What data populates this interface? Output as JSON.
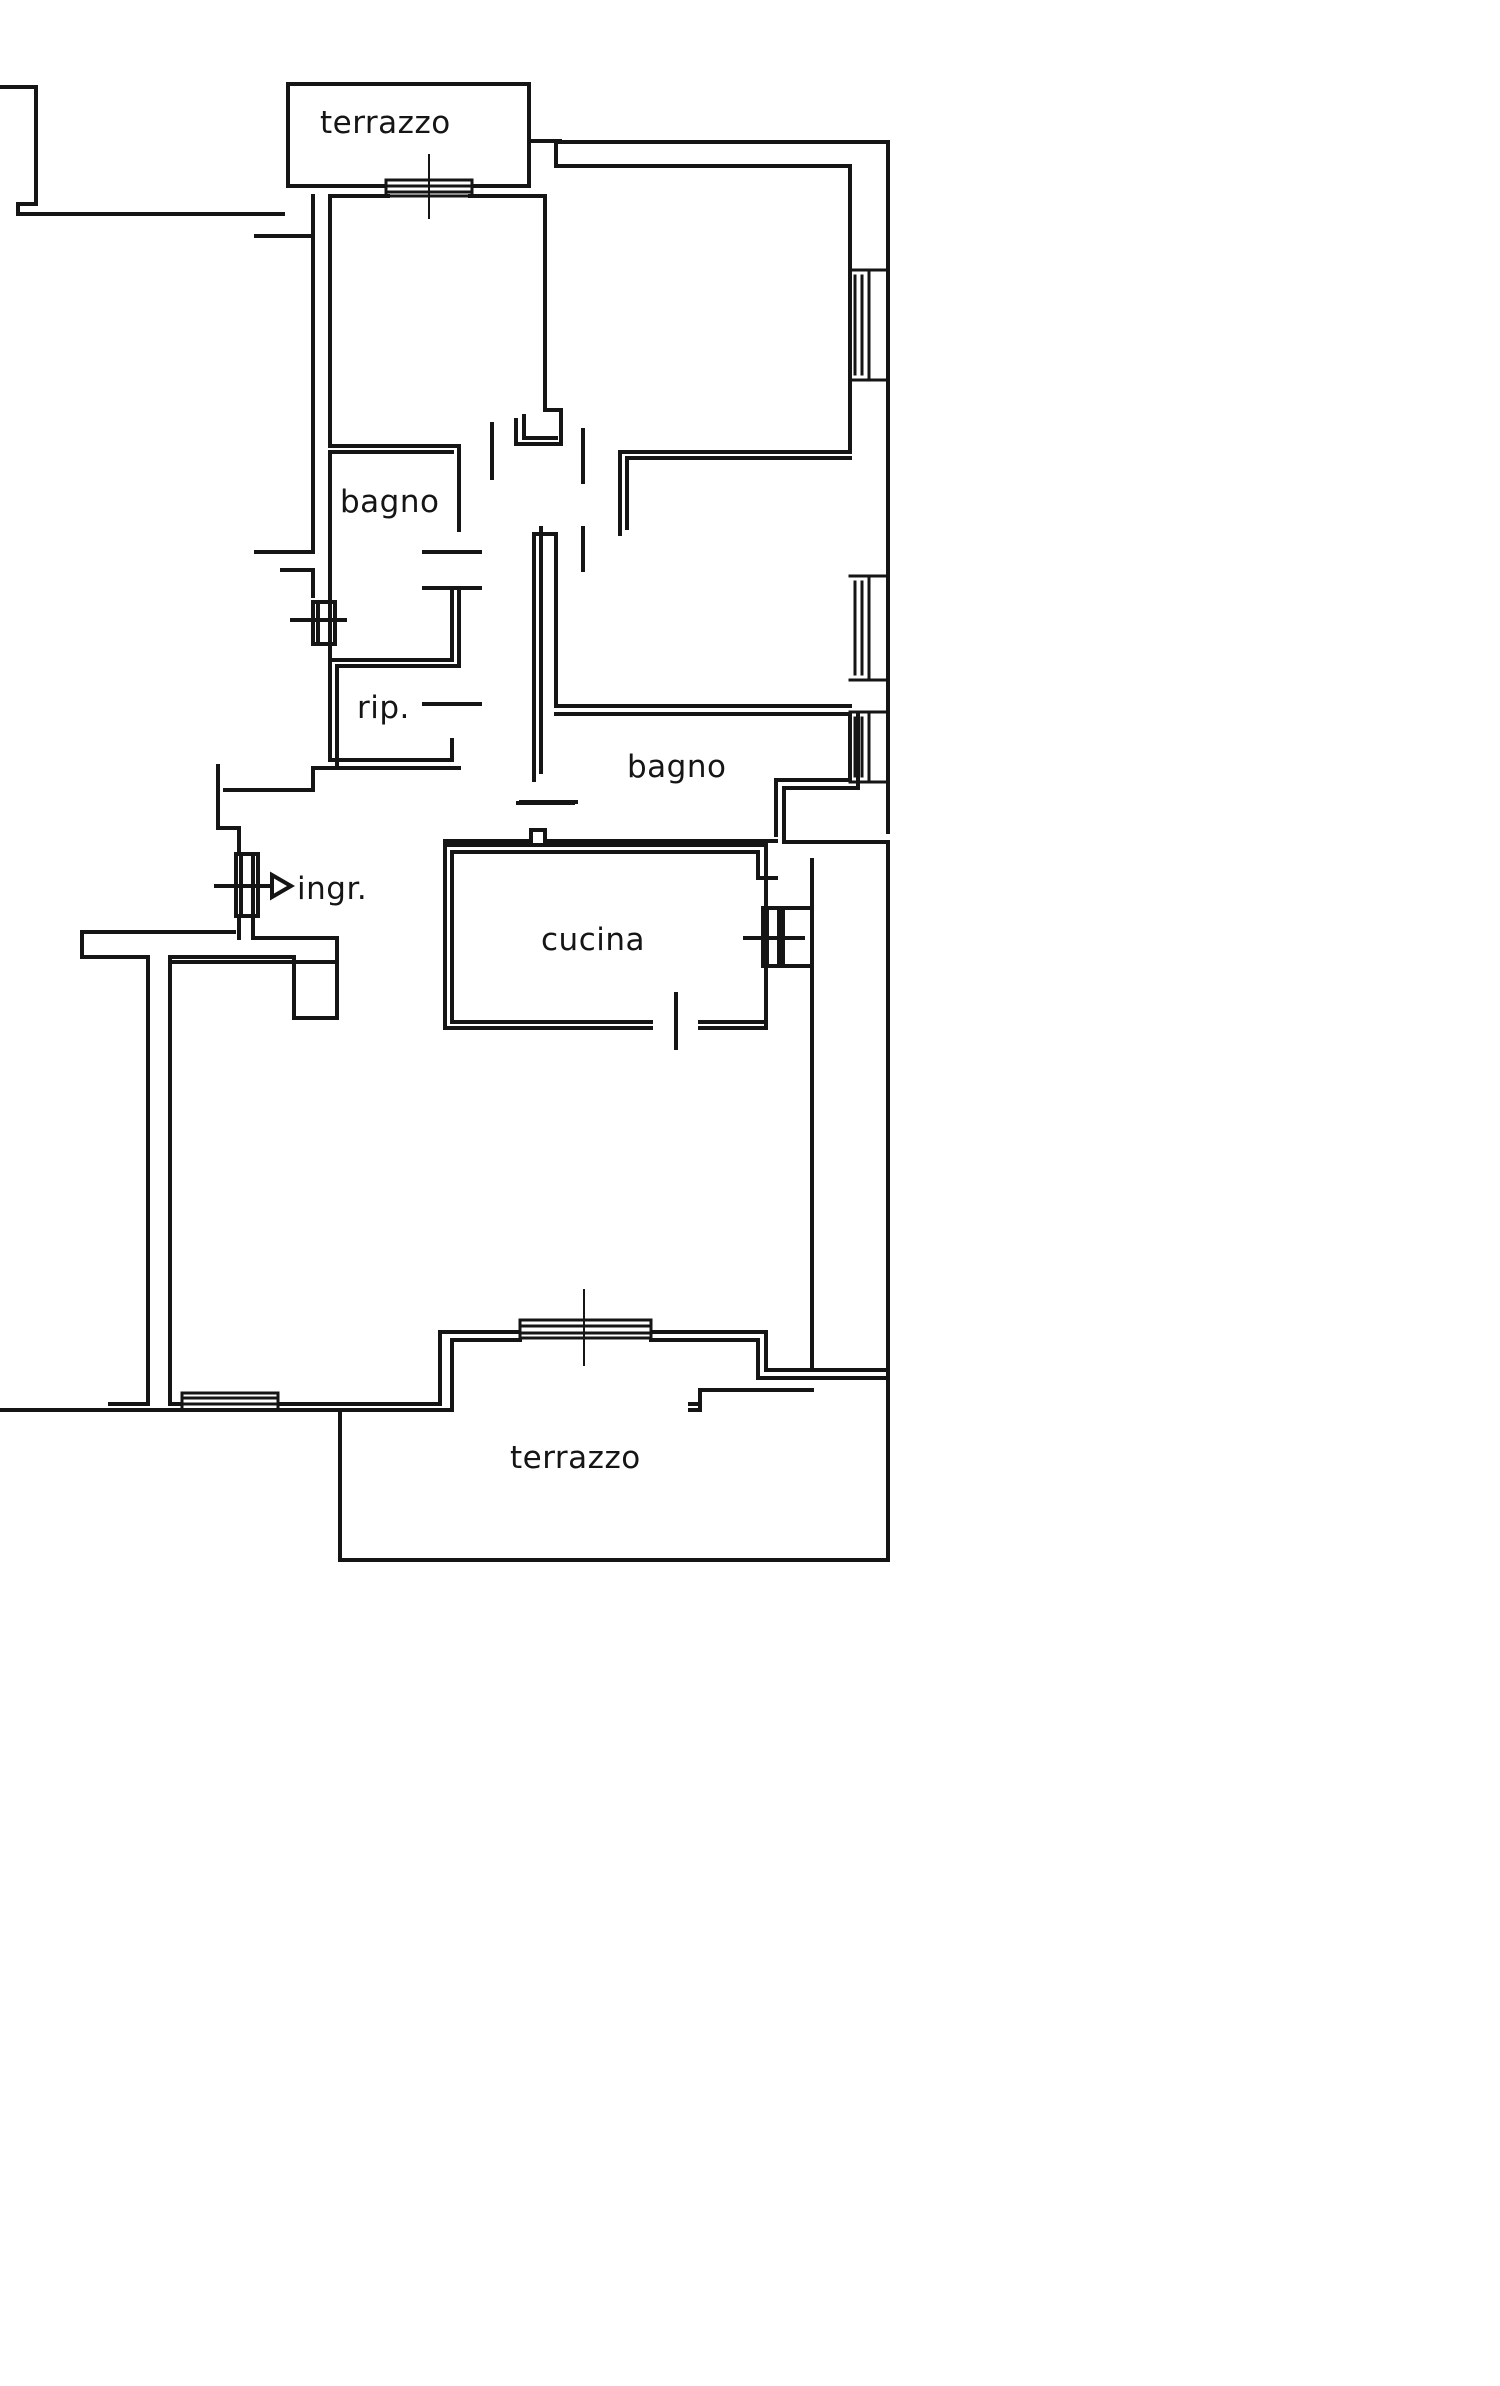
{
  "document": {
    "kind": "architectural-floor-plan",
    "style": "black-and-white line drawing",
    "background_color": "#ffffff",
    "line_color": "#151515"
  },
  "labels": {
    "terrazzo_top": "terrazzo",
    "bagno_left": "bagno",
    "ripostiglio": "rip.",
    "ingresso": "ingr.",
    "bagno_right": "bagno",
    "cucina": "cucina",
    "terrazzo_bottom": "terrazzo"
  },
  "rooms": [
    {
      "name": "terrazzo",
      "label": "terrazzo",
      "position": "top-center",
      "type": "terrace"
    },
    {
      "name": "camera-nord-ovest",
      "label": "",
      "position": "upper-left-interior",
      "type": "room"
    },
    {
      "name": "camera-nord-est",
      "label": "",
      "position": "upper-right-interior",
      "type": "room"
    },
    {
      "name": "bagno-ovest",
      "label": "bagno",
      "position": "mid-left",
      "type": "bathroom"
    },
    {
      "name": "ripostiglio",
      "label": "rip.",
      "position": "mid-left-lower",
      "type": "storage"
    },
    {
      "name": "bagno-est",
      "label": "bagno",
      "position": "mid-right",
      "type": "bathroom"
    },
    {
      "name": "ingresso",
      "label": "ingr.",
      "position": "left-center",
      "type": "entrance"
    },
    {
      "name": "cucina",
      "label": "cucina",
      "position": "center-right",
      "type": "kitchen"
    },
    {
      "name": "soggiorno",
      "label": "",
      "position": "lower-center",
      "type": "living"
    },
    {
      "name": "terrazzo-sud",
      "label": "terrazzo",
      "position": "bottom",
      "type": "terrace"
    }
  ],
  "openings": {
    "entrance_door": {
      "name": "ingresso-door",
      "marker": "arrow",
      "symbol": "▷"
    },
    "kitchen_door": {
      "name": "cucina-door",
      "marker": "swing"
    },
    "bathroom_door": {
      "name": "bagno-door",
      "marker": "swing"
    },
    "windows": [
      {
        "name": "window-north-terrace",
        "orientation": "horizontal"
      },
      {
        "name": "window-east-upper",
        "orientation": "vertical"
      },
      {
        "name": "window-east-middle",
        "orientation": "vertical"
      },
      {
        "name": "window-east-lower",
        "orientation": "vertical"
      },
      {
        "name": "window-south-living",
        "orientation": "horizontal"
      },
      {
        "name": "window-south-west",
        "orientation": "horizontal"
      }
    ]
  }
}
